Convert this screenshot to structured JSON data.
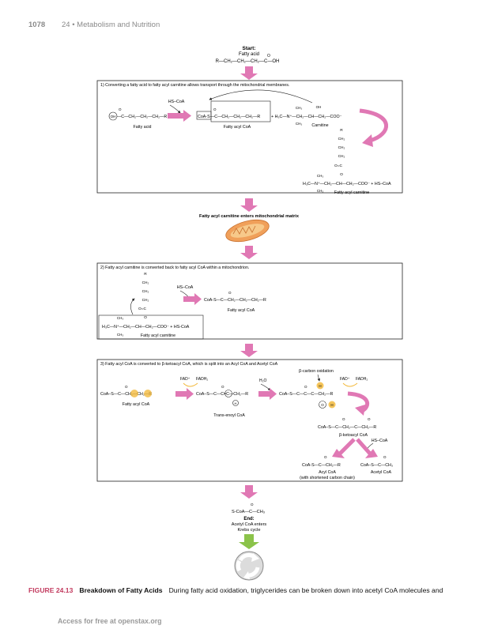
{
  "header": {
    "page_number": "1078",
    "chapter": "24 • Metabolism and Nutrition"
  },
  "start": {
    "title": "Start:",
    "subtitle": "Fatty acid",
    "formula": "R—CH₂—CH₂—CH₂—C—OH"
  },
  "step1": {
    "title": "1) Converting a fatty acid to fatty acyl carnitine allows transport through the mitochondrial membranes.",
    "oh": "OH",
    "fatty_acid_formula": "—C—CH₂—CH₂—CH₂—R",
    "fatty_acid_label": "Fatty acid",
    "hs_coa": "HS–CoA",
    "coa_s": "CoA-S",
    "acyl_formula": "—C—CH₂—CH₂—CH₂—R",
    "fatty_acyl_coa_label": "Fatty acyl CoA",
    "carnitine_formula": "+ H₃C—N⁺—CH₂—CH—CH₂—COO⁻",
    "ch3": "CH₃",
    "oh2": "OH",
    "carnitine_label": "Carnitine",
    "chain": [
      "R",
      "CH₂",
      "CH₂",
      "CH₂",
      "O=C",
      "O"
    ],
    "acylcarnitine_formula": "H₃C—N⁺—CH₂—CH—CH₂—COO⁻ + HS–CoA",
    "acylcarnitine_label": "Fatty acyl carnitine"
  },
  "matrix_label": "Fatty acyl carnitine enters mitochondrial matrix",
  "step2": {
    "title": "2) Fatty acyl carnitine is converted back to fatty acyl CoA within a mitochondrion.",
    "chain": [
      "R",
      "CH₂",
      "CH₂",
      "CH₂",
      "O=C",
      "O"
    ],
    "carnitine_formula": "H₃C—N⁺—CH₂—CH—CH₂—COO⁻ + HS-CoA",
    "ch3": "CH₃",
    "carnitine_label": "Fatty acyl carnitine",
    "hs_coa": "HS–CoA",
    "product_formula": "CoA-S—C—CH₂—CH₂—CH₂—R",
    "product_label": "Fatty acyl CoA"
  },
  "step3": {
    "title": "3) Fatty acyl CoA is converted to β-ketoacyl CoA, which is split into an Acyl CoA and Acetyl CoA",
    "beta_oxidation": "β-carbon oxidation",
    "fad": "FAD⁺",
    "fadh2": "FADH₂",
    "h2o": "H₂O",
    "fatty_acyl_formula": "CoA–S—C—CH₂—CH₂—R",
    "fatty_acyl_label": "Fatty acyl CoA",
    "enoyl_formula": "CoA–S—C—C=C—CH₂—R",
    "enoyl_label": "Trans-enoyl CoA",
    "hydroxy_formula": "CoA–S—C—C—C—CH₂—R",
    "h_letter": "H",
    "o_letter": "O",
    "ketoacyl_formula": "CoA–S—C—CH₂—C—CH₂—R",
    "ketoacyl_label": "β-ketoacyl CoA",
    "hs_coa": "HS–CoA",
    "acyl_formula": "CoA-S—C—CH₂—R",
    "acyl_label": "Acyl CoA",
    "acyl_sub": "(with shortened carbon chain)",
    "acetyl_formula": "CoA–S—C—CH₃",
    "acetyl_label": "Acetyl CoA"
  },
  "end": {
    "formula": "S-CoA—C—CH₃",
    "title": "End:",
    "line1": "Acetyl CoA enters",
    "line2": "Krebs cycle"
  },
  "caption": {
    "label": "FIGURE 24.13",
    "title": "Breakdown of Fatty Acids",
    "text": "During fatty acid oxidation, triglycerides can be broken down into acetyl CoA molecules and"
  },
  "footer": "Access for free at openstax.org",
  "colors": {
    "arrow": "#e078b4",
    "green": "#8bc34a",
    "highlight": "#f2b632",
    "caption": "#c23a5e"
  }
}
